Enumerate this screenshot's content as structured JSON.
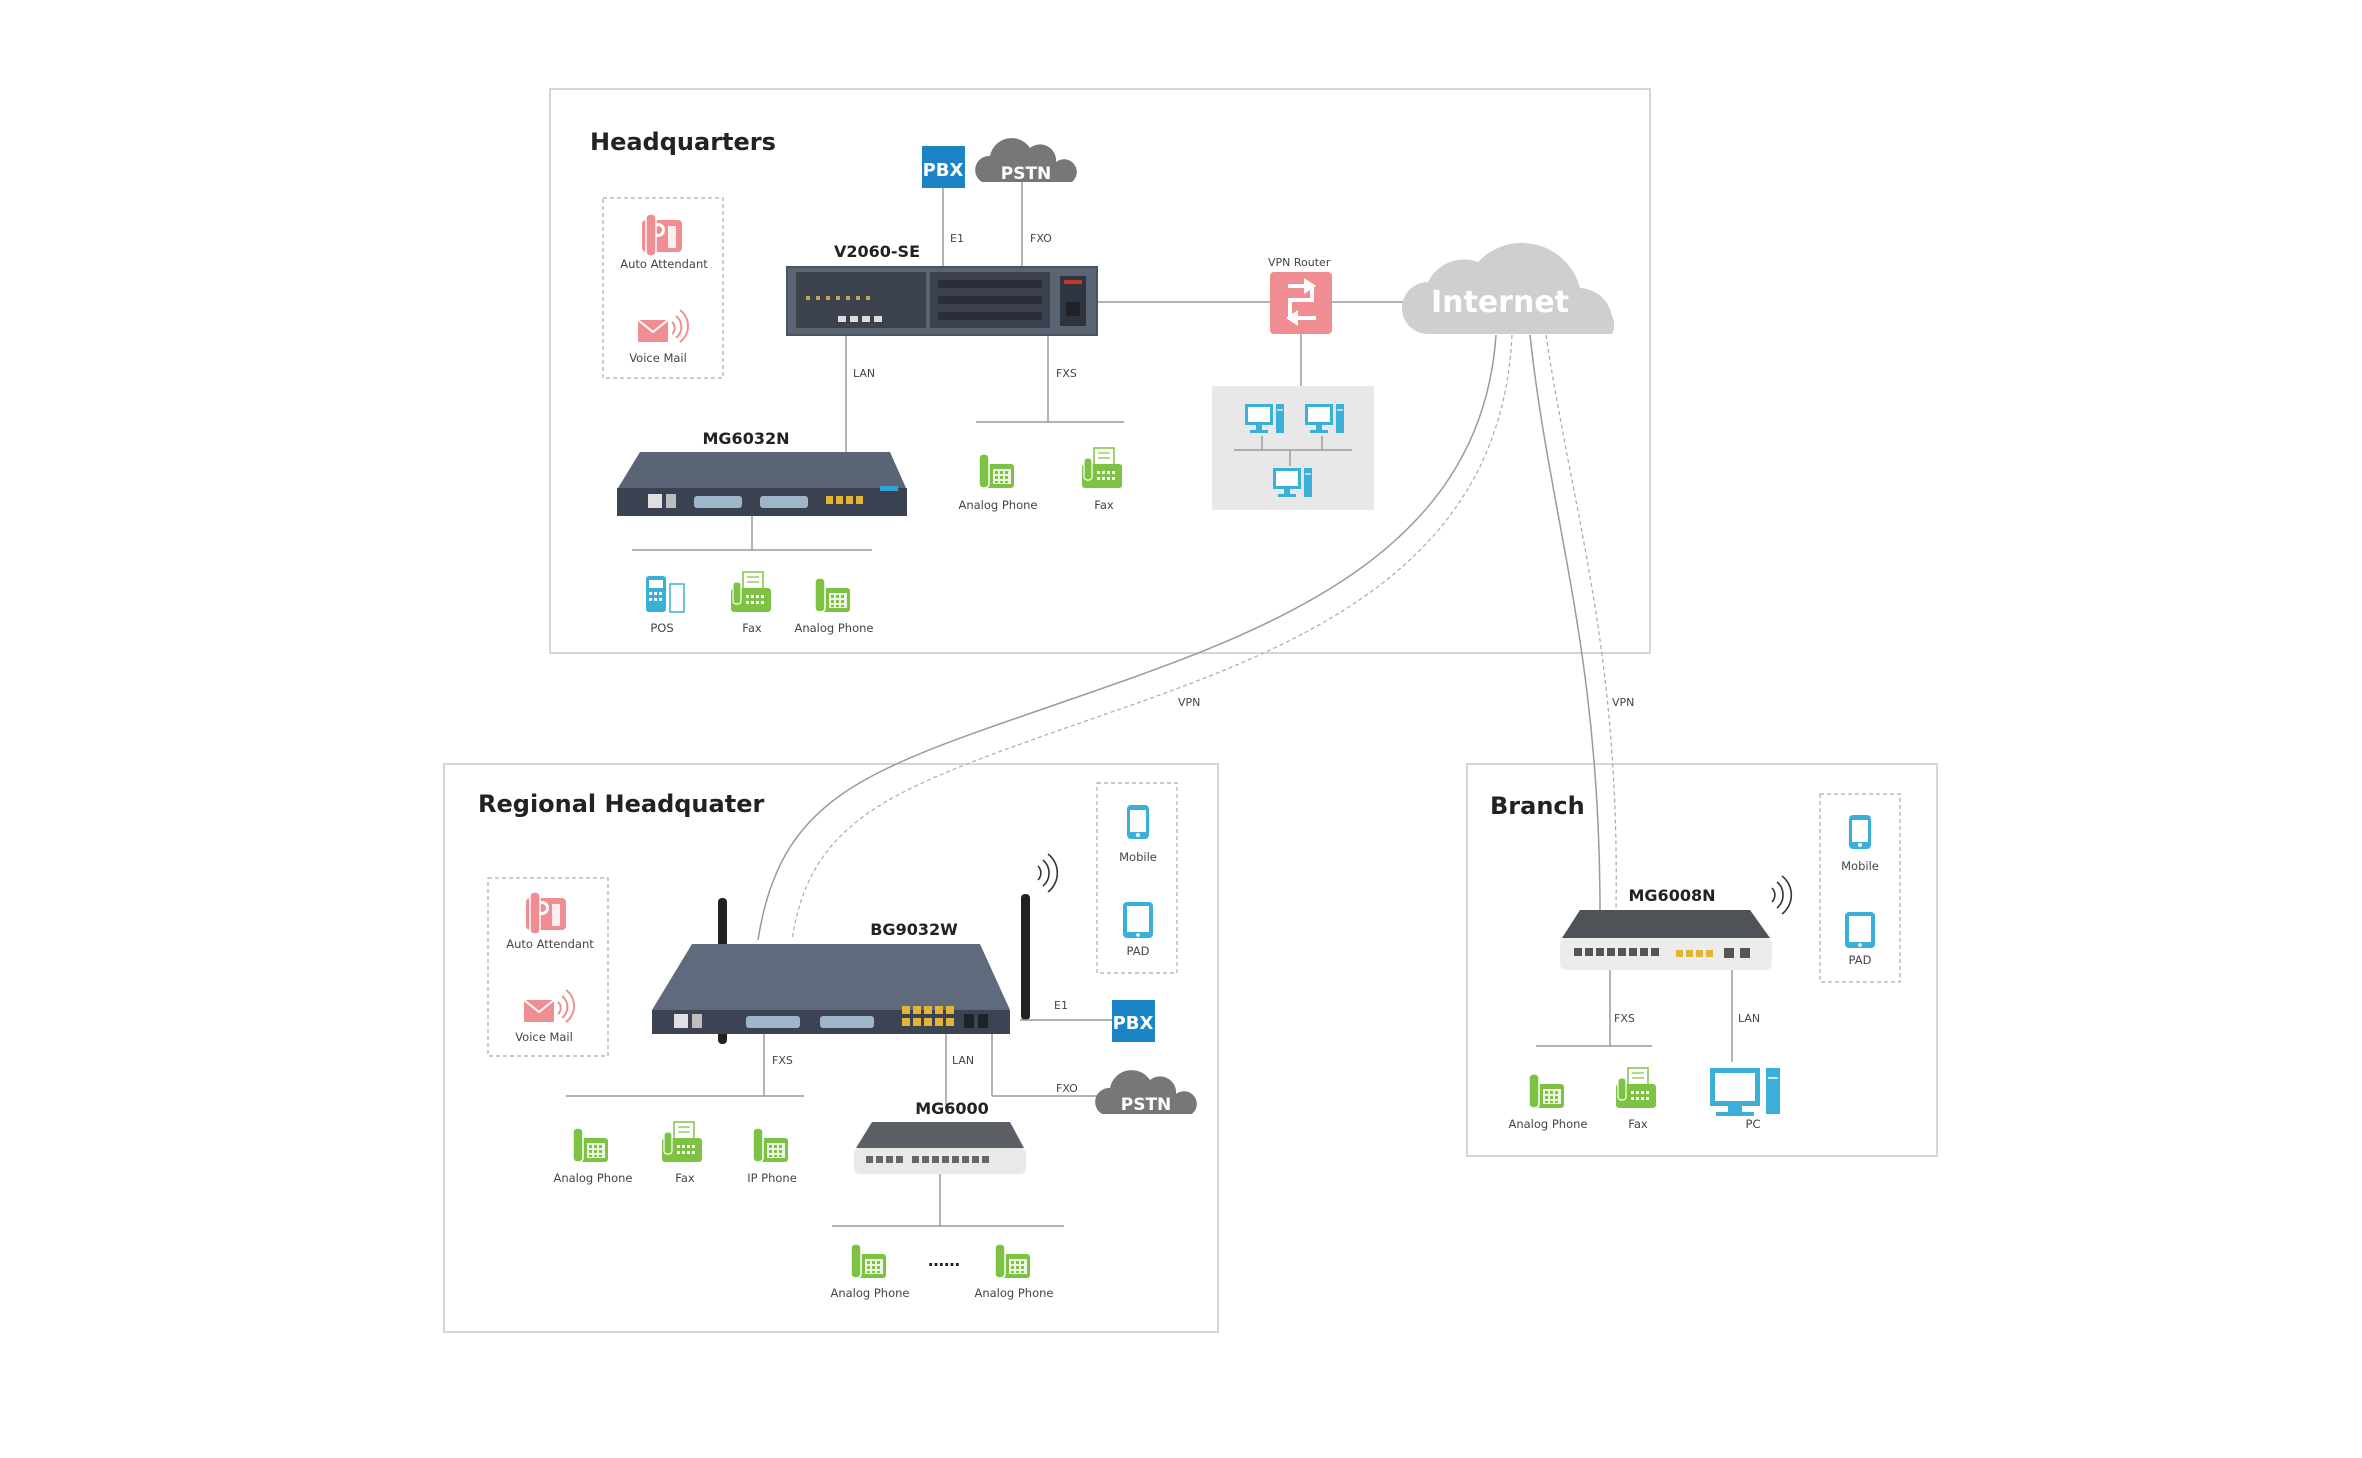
{
  "headquarters": {
    "title": "Headquarters",
    "pbx": "PBX",
    "pstn": "PSTN",
    "e1": "E1",
    "fxo": "FXO",
    "device": "V2060-SE",
    "lan": "LAN",
    "fxs": "FXS",
    "auto_attendant": "Auto Attendant",
    "voice_mail": "Voice Mail",
    "gateway": "MG6032N",
    "analog_phone": "Analog Phone",
    "fax": "Fax",
    "pos": "POS",
    "fax2": "Fax",
    "analog_phone2": "Analog Phone",
    "vpn_router": "VPN Router"
  },
  "internet": "Internet",
  "vpn_left": "VPN",
  "vpn_right": "VPN",
  "regional": {
    "title": "Regional Headquater",
    "device": "BG9032W",
    "auto_attendant": "Auto Attendant",
    "voice_mail": "Voice Mail",
    "mobile": "Mobile",
    "pad": "PAD",
    "e1": "E1",
    "pbx": "PBX",
    "fxs": "FXS",
    "lan": "LAN",
    "fxo": "FXO",
    "pstn": "PSTN",
    "gateway": "MG6000",
    "analog_phone": "Analog Phone",
    "fax": "Fax",
    "ip_phone": "IP Phone",
    "analog_phone_a": "Analog Phone",
    "analog_phone_b": "Analog Phone",
    "ellipsis": "……"
  },
  "branch": {
    "title": "Branch",
    "device": "MG6008N",
    "mobile": "Mobile",
    "pad": "PAD",
    "fxs": "FXS",
    "lan": "LAN",
    "analog_phone": "Analog Phone",
    "fax": "Fax",
    "pc": "PC"
  },
  "colors": {
    "green": "#7dc242",
    "pink": "#f08d93",
    "blue": "#1a84c7",
    "cyan": "#3ab0d8",
    "cloud": "#cfcfcf",
    "dark_cloud": "#777777",
    "device": "#3d4552"
  }
}
